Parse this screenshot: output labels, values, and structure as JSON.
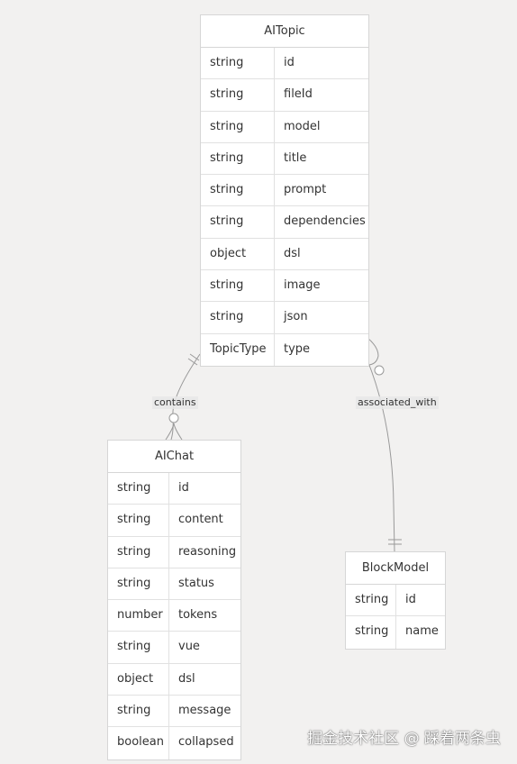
{
  "entities": {
    "aitopic": {
      "title": "AITopic",
      "attributes": [
        {
          "type": "string",
          "name": "id"
        },
        {
          "type": "string",
          "name": "fileId"
        },
        {
          "type": "string",
          "name": "model"
        },
        {
          "type": "string",
          "name": "title"
        },
        {
          "type": "string",
          "name": "prompt"
        },
        {
          "type": "string",
          "name": "dependencies"
        },
        {
          "type": "object",
          "name": "dsl"
        },
        {
          "type": "string",
          "name": "image"
        },
        {
          "type": "string",
          "name": "json"
        },
        {
          "type": "TopicType",
          "name": "type"
        }
      ]
    },
    "aichat": {
      "title": "AIChat",
      "attributes": [
        {
          "type": "string",
          "name": "id"
        },
        {
          "type": "string",
          "name": "content"
        },
        {
          "type": "string",
          "name": "reasoning"
        },
        {
          "type": "string",
          "name": "status"
        },
        {
          "type": "number",
          "name": "tokens"
        },
        {
          "type": "string",
          "name": "vue"
        },
        {
          "type": "object",
          "name": "dsl"
        },
        {
          "type": "string",
          "name": "message"
        },
        {
          "type": "boolean",
          "name": "collapsed"
        }
      ]
    },
    "blockmodel": {
      "title": "BlockModel",
      "attributes": [
        {
          "type": "string",
          "name": "id"
        },
        {
          "type": "string",
          "name": "name"
        }
      ]
    }
  },
  "relationships": {
    "contains": "contains",
    "associated_with": "associated_with"
  },
  "watermark": "掘金技术社区 @ 踩着两条虫",
  "colors": {
    "background": "#f2f1f0",
    "line": "#999999",
    "entity_fill": "#ffffff",
    "border": "#d6d6d6"
  }
}
